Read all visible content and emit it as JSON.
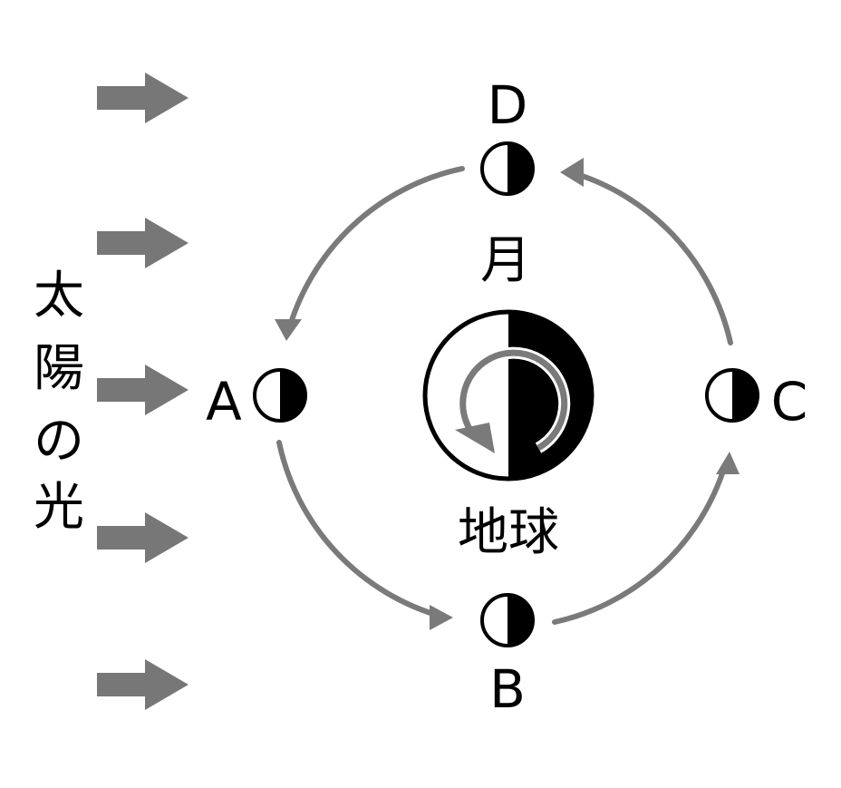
{
  "diagram": {
    "sunlight_label": "太陽の光",
    "moon_label": "月",
    "earth_label": "地球",
    "positions": [
      {
        "id": "A",
        "label": "A"
      },
      {
        "id": "B",
        "label": "B"
      },
      {
        "id": "C",
        "label": "C"
      },
      {
        "id": "D",
        "label": "D"
      }
    ],
    "arrow_count": 5,
    "colors": {
      "sun_arrow": "#777777",
      "orbit": "#7a7a7a",
      "dark_side": "#000000",
      "lit_side": "#ffffff"
    }
  }
}
